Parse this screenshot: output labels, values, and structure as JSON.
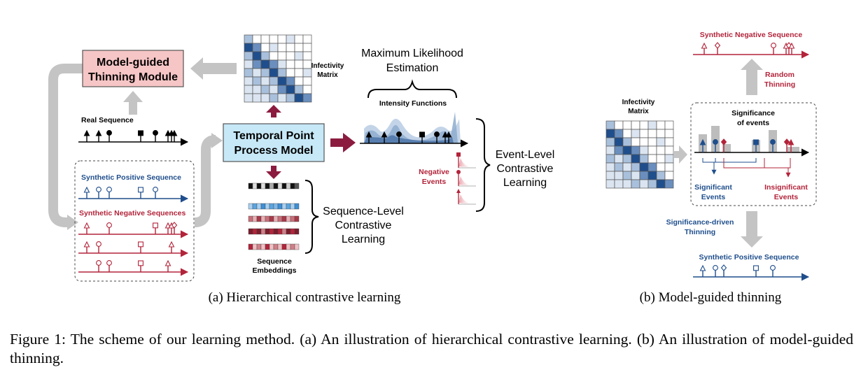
{
  "panel_a": {
    "thinning_module": [
      "Model-guided",
      "Thinning Module"
    ],
    "infectivity_matrix": [
      "Infectivity",
      "Matrix"
    ],
    "real_sequence": "Real Sequence",
    "tpp_model": [
      "Temporal Point",
      "Process Model"
    ],
    "mle": [
      "Maximum Likelihood",
      "Estimation"
    ],
    "intensity_functions": "Intensity Functions",
    "negative_events": [
      "Negative",
      "Events"
    ],
    "event_level": [
      "Event-Level",
      "Contrastive",
      "Learning"
    ],
    "synthetic_positive": "Synthetic Positive Sequence",
    "synthetic_negatives": "Synthetic Negative Sequences",
    "sequence_level": [
      "Sequence-Level",
      "Contrastive",
      "Learning"
    ],
    "sequence_embeddings": [
      "Sequence",
      "Embeddings"
    ],
    "subcaption": "(a)  Hierarchical contrastive learning"
  },
  "panel_b": {
    "synthetic_negative": "Synthetic Negative Sequence",
    "random_thinning": [
      "Random",
      "Thinning"
    ],
    "infectivity_matrix": [
      "Infectivity",
      "Matrix"
    ],
    "significance": [
      "Significance",
      "of events"
    ],
    "significant_events": [
      "Significant",
      "Events"
    ],
    "insignificant_events": [
      "Insignificant",
      "Events"
    ],
    "significance_driven": [
      "Significance-driven",
      "Thinning"
    ],
    "synthetic_positive": "Synthetic Positive Sequence",
    "subcaption": "(b)  Model-guided thinning"
  },
  "caption": "Figure 1: The scheme of our learning method. (a) An illustration of hierarchical contrastive learning. (b) An illustration of model-guided thinning.",
  "colors": {
    "navy": "#1f4e8c",
    "red": "#b3243a",
    "maroon": "#8b1c3f",
    "pink_box": "#f6c5c5",
    "blue_box": "#c7e8f7",
    "gray_arrow": "#c4c4c4"
  }
}
